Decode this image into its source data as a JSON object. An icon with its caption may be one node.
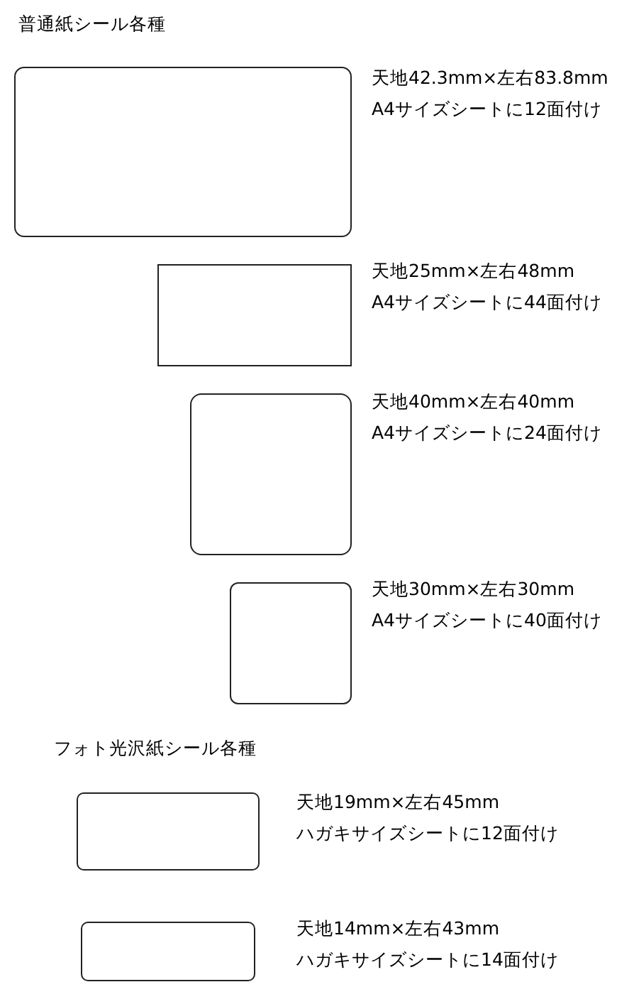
{
  "diagram": {
    "nodes": [
      {
        "text": [],
        "shape": "box",
        "beside": [
          "天地42.3mm×左右83.8mm",
          "A4サイズシートに12面付け"
        ]
      },
      {
        "text": [],
        "shape": "box",
        "beside": [
          "天地25mm×左右48mm",
          "A4サイズシートに44面付け"
        ]
      },
      {
        "text": [],
        "shape": "box",
        "beside": [
          "天地40mm×左右40mm",
          "A4サイズシートに24面付け"
        ]
      },
      {
        "text": [],
        "shape": "box",
        "beside": [
          "天地30mm×左右30mm",
          "A4サイズシートに40面付け"
        ]
      },
      {
        "text": [],
        "shape": "box",
        "beside": [
          "天地19mm×左右45mm",
          "ハガキサイズシートに12面付け"
        ]
      },
      {
        "text": [],
        "shape": "box",
        "beside": [
          "天地14mm×左右43mm",
          "ハガキサイズシートに14面付け"
        ]
      }
    ],
    "labels": [
      "普通紙シール各種",
      "フォト光沢紙シール各種"
    ]
  }
}
